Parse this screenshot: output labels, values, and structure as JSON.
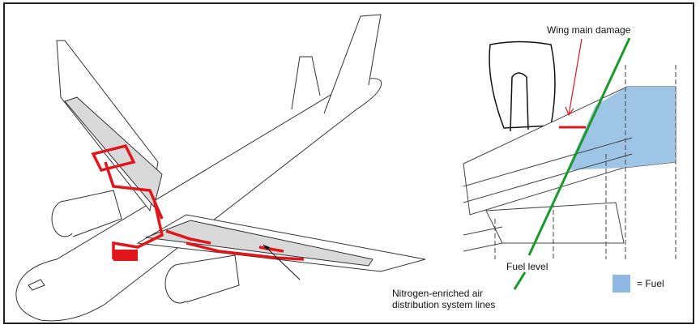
{
  "left_panel": {
    "callout": "Nitrogen-enriched air distribution system lines",
    "callout_line1": "Nitrogen-enriched air",
    "callout_line2": "distribution system lines"
  },
  "right_panel": {
    "damage_label": "Wing main damage",
    "fuel_level_label": "Fuel level",
    "legend_label": "= Fuel"
  },
  "colors": {
    "nea_lines": "#e0161b",
    "fuel_level": "#1a9a2a",
    "fuel": "#9ec4e6",
    "tank": "#d9d9d9"
  }
}
